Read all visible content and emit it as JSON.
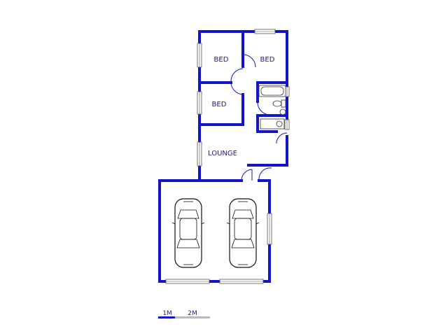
{
  "rooms": [
    {
      "id": "bed1",
      "label": "BED"
    },
    {
      "id": "bed2",
      "label": "BED"
    },
    {
      "id": "bed3",
      "label": "BED"
    },
    {
      "id": "lounge",
      "label": "LOUNGE"
    }
  ],
  "scale": {
    "label_1": "1M",
    "label_2": "2M"
  },
  "colors": {
    "wall": "#1515c8",
    "label": "#1a1a8c",
    "scale_gray": "#bbbbbb"
  }
}
